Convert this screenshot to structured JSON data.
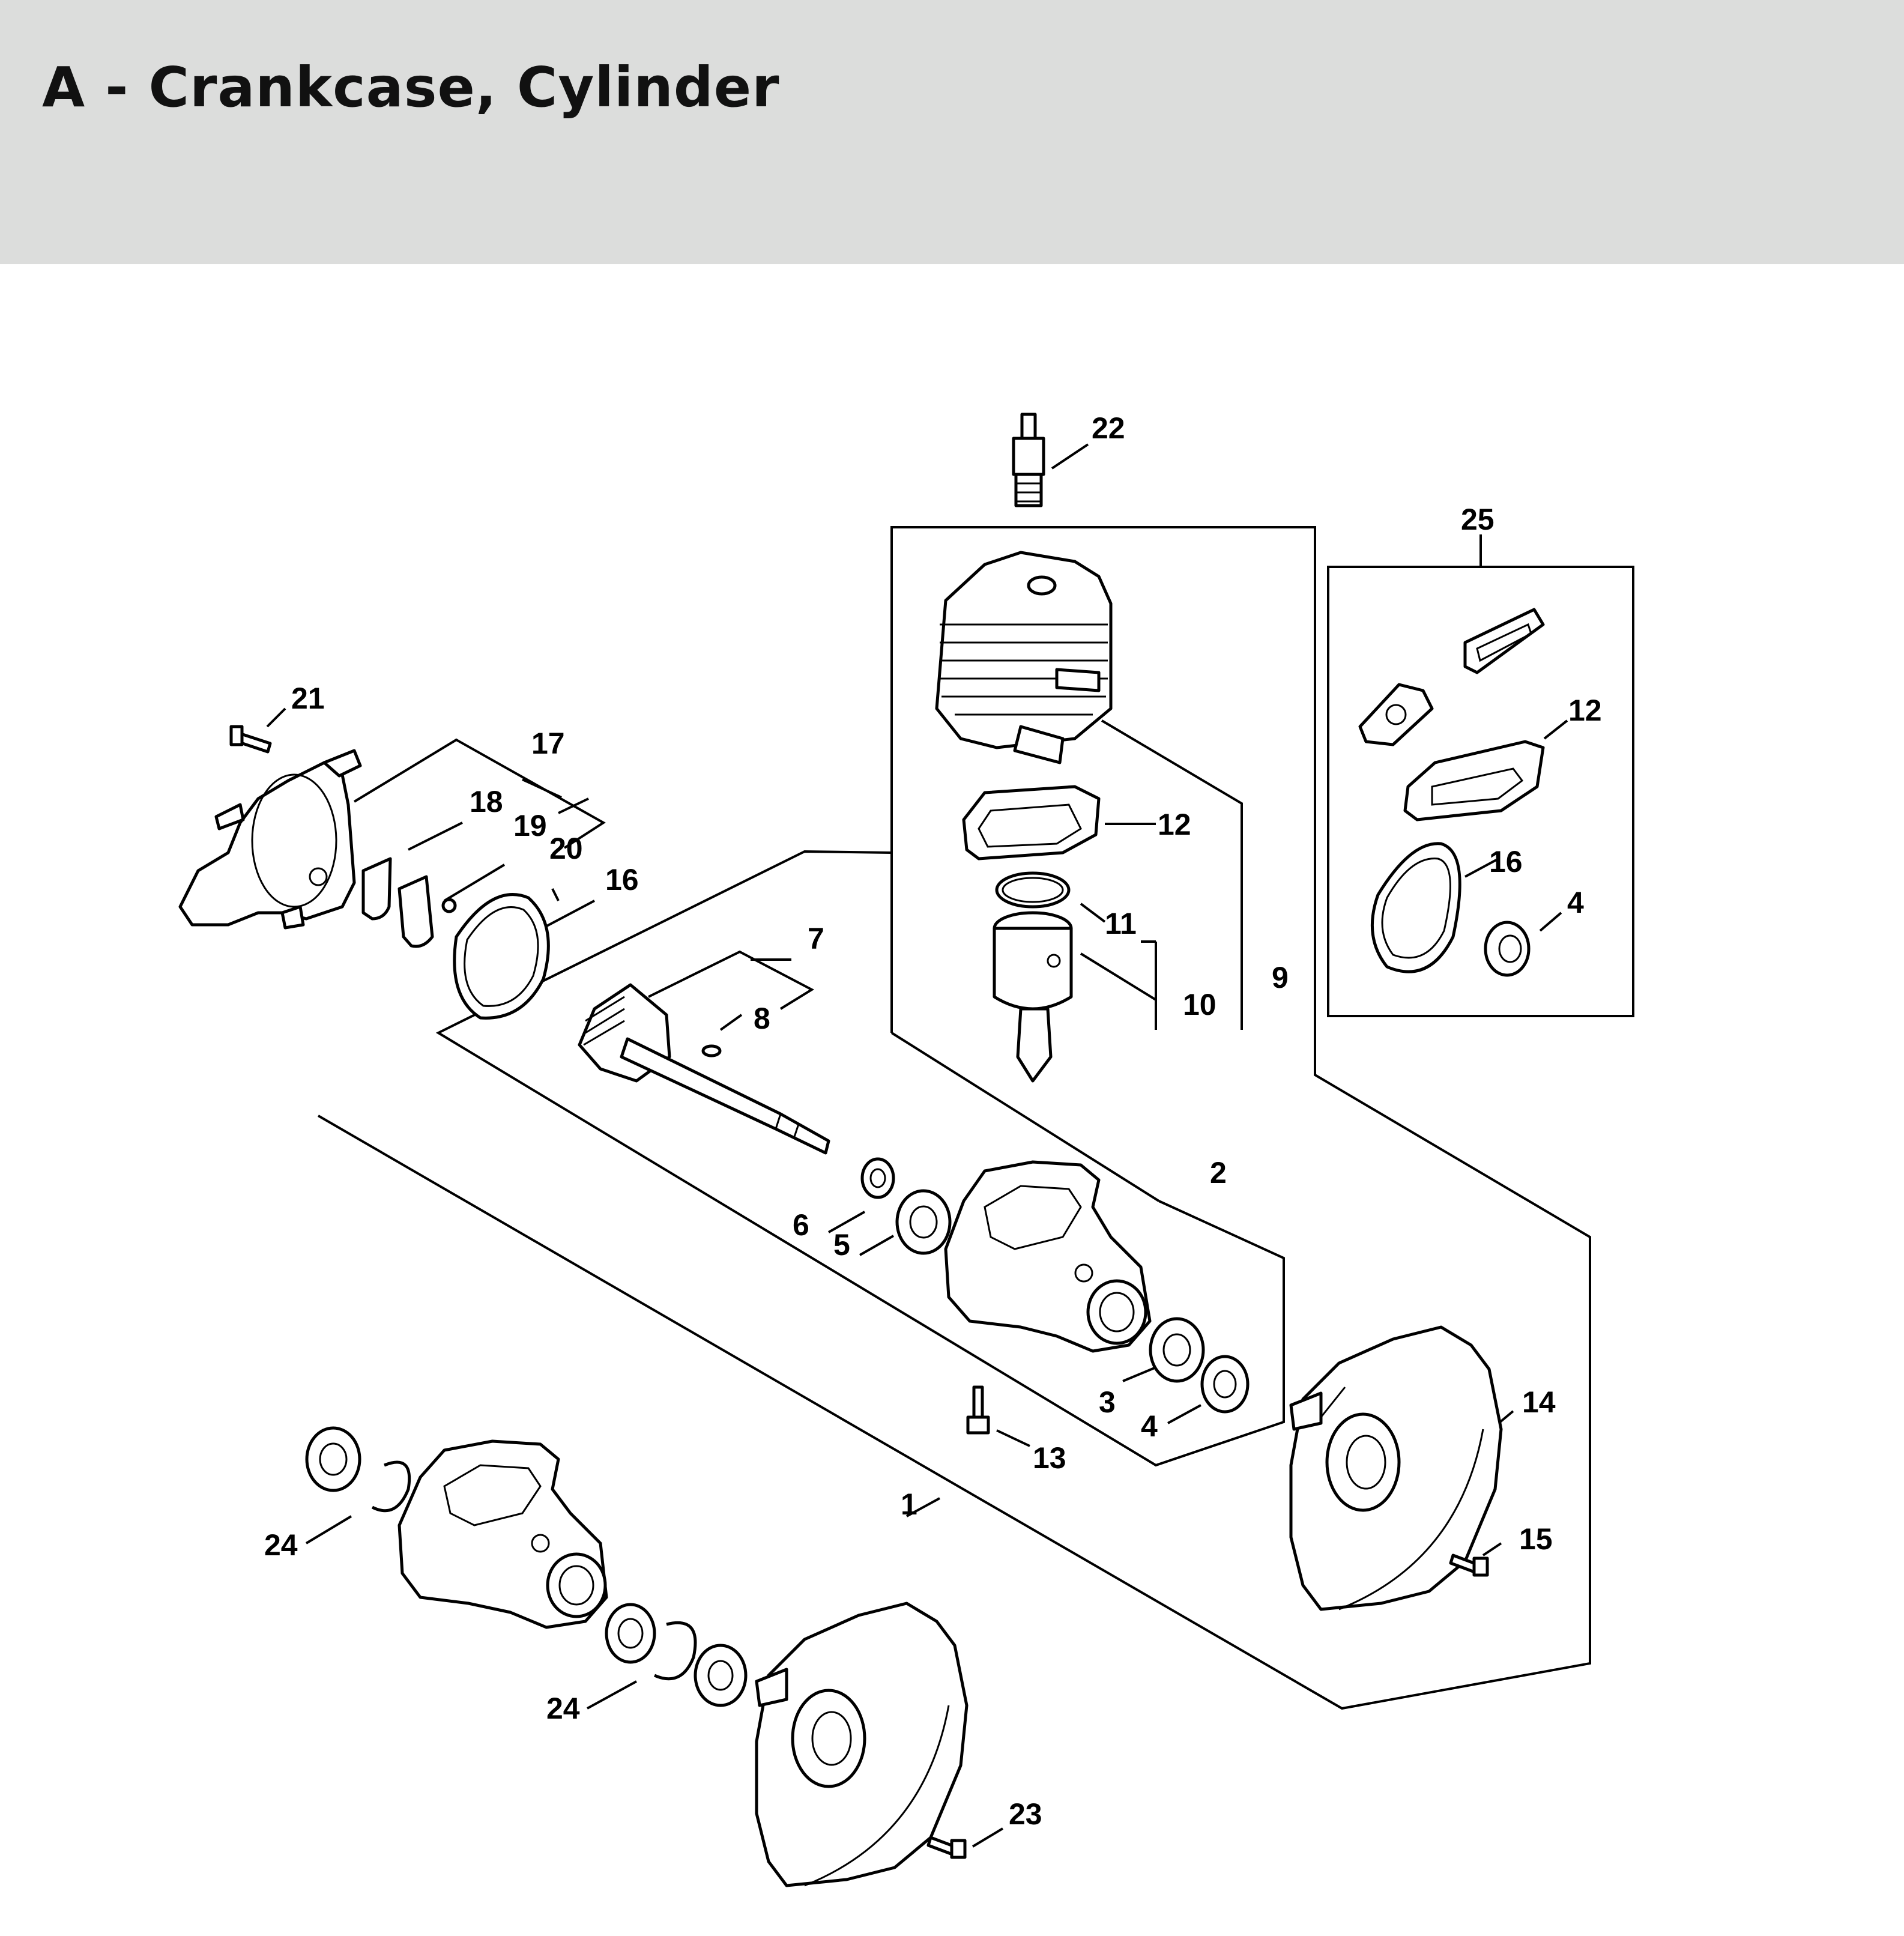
{
  "page": {
    "title": "A - Crankcase, Cylinder"
  },
  "callouts": {
    "c1": "1",
    "c2": "2",
    "c3": "3",
    "c4a": "4",
    "c4b": "4",
    "c5": "5",
    "c6": "6",
    "c7": "7",
    "c8": "8",
    "c9": "9",
    "c10": "10",
    "c11": "11",
    "c12a": "12",
    "c12b": "12",
    "c13": "13",
    "c14": "14",
    "c15": "15",
    "c16a": "16",
    "c16b": "16",
    "c17": "17",
    "c18": "18",
    "c19": "19",
    "c20": "20",
    "c21": "21",
    "c22": "22",
    "c23": "23",
    "c24a": "24",
    "c24b": "24",
    "c25": "25"
  }
}
